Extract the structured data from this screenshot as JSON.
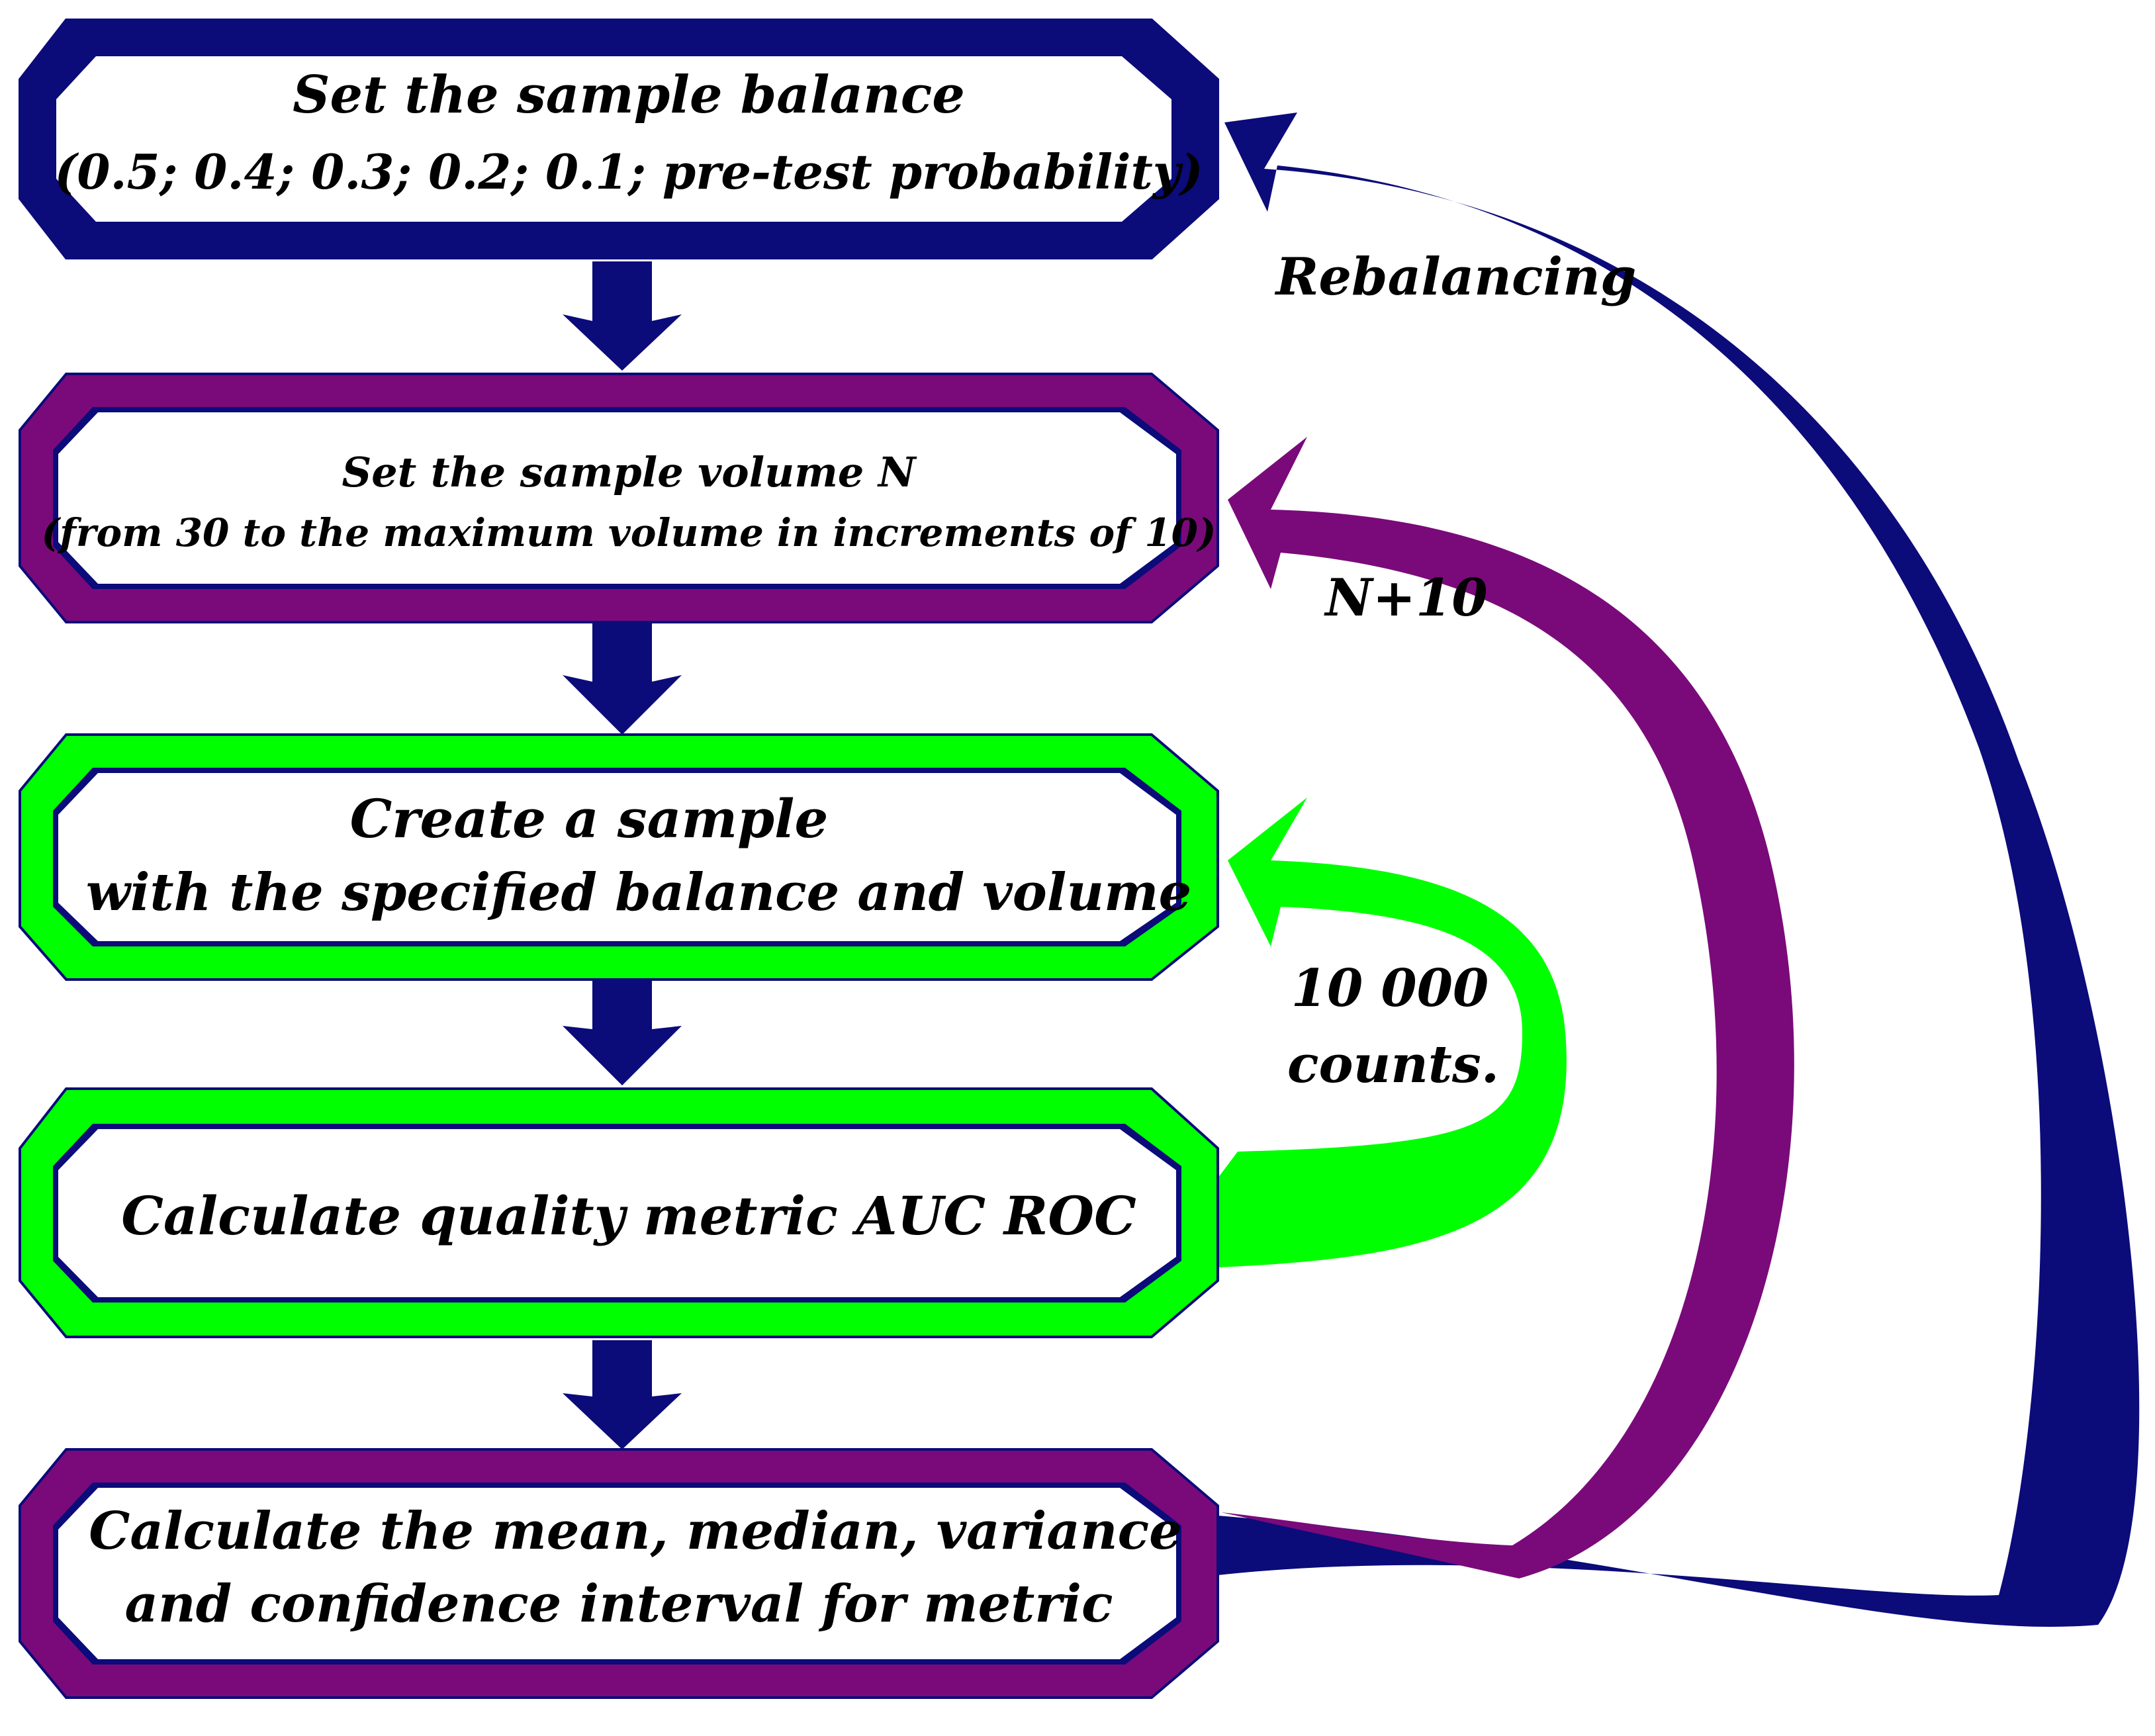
{
  "colors": {
    "navy": "#0b0b7a",
    "purple": "#7a0a7a",
    "green": "#00ff00",
    "inner_border": "#0b0b7a",
    "box_fill": "#ffffff",
    "text": "#000000"
  },
  "boxes": [
    {
      "id": "balance",
      "lines": [
        "Set the sample balance",
        "(0.5; 0.4; 0.3; 0.2; 0.1; pre-test probability)"
      ],
      "frame_color": "navy"
    },
    {
      "id": "volume",
      "lines": [
        "Set the sample volume N",
        "(from 30 to the maximum volume in increments of 10)"
      ],
      "frame_color": "purple"
    },
    {
      "id": "create-sample",
      "lines": [
        "Create a sample",
        "with the specified balance and volume"
      ],
      "frame_color": "green"
    },
    {
      "id": "calc-auc",
      "lines": [
        "Calculate quality metric AUC ROC"
      ],
      "frame_color": "green"
    },
    {
      "id": "calc-stats",
      "lines": [
        "Calculate the mean, median, variance",
        "and confidence interval for metric"
      ],
      "frame_color": "purple"
    }
  ],
  "loops": {
    "rebalancing": {
      "label": "Rebalancing",
      "color": "navy"
    },
    "volume_step": {
      "label": "N+10",
      "color": "purple"
    },
    "counts": {
      "label_line1": "10 000",
      "label_line2": "counts.",
      "color": "green"
    }
  }
}
